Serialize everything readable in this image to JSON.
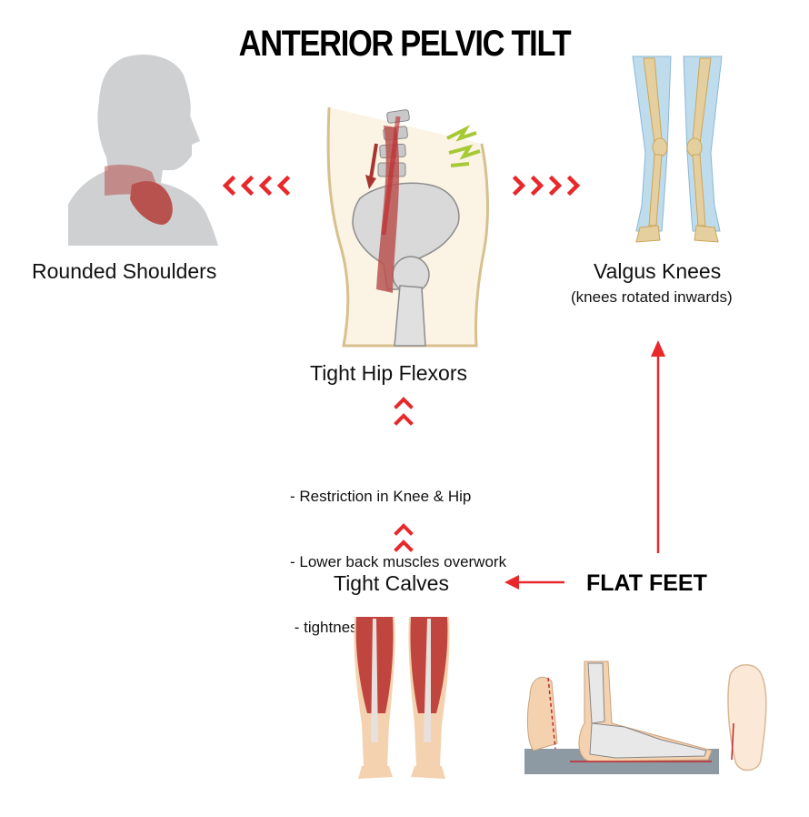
{
  "title": "ANTERIOR PELVIC TILT",
  "labels": {
    "rounded_shoulders": "Rounded Shoulders",
    "valgus_knees": "Valgus Knees",
    "valgus_knees_sub": "(knees rotated inwards)",
    "tight_hip_flexors": "Tight Hip Flexors",
    "tight_calves": "Tight Calves",
    "flat_feet": "FLAT FEET"
  },
  "notes": [
    "- Restriction in Knee & Hip",
    "- Lower back muscles overwork",
    " - tightness"
  ],
  "colors": {
    "arrow_red": "#e8282a",
    "muscle_red": "#b8524f",
    "silhouette_gray": "#cfd0d2",
    "bone": "#e6cf9f",
    "leg_blue": "#bfdcec",
    "skin": "#f4d2b0"
  },
  "icons": [
    "person-silhouette-icon",
    "pelvis-spine-icon",
    "valgus-legs-icon",
    "calf-muscles-icon",
    "flat-foot-icon"
  ]
}
